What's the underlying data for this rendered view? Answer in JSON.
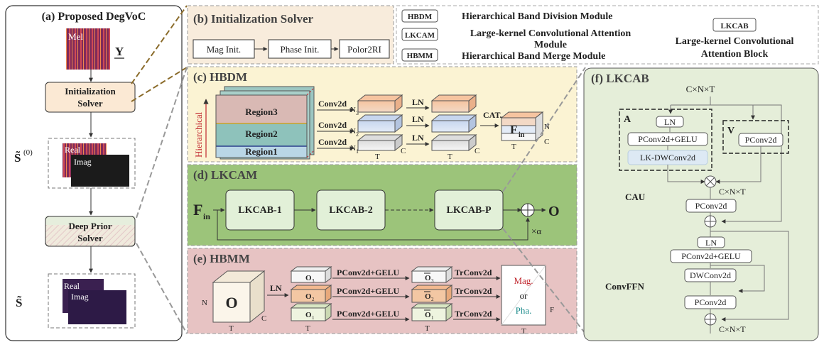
{
  "panel_a": {
    "title": "(a) Proposed DegVoC",
    "mel_label": "Mel",
    "y_symbol": "Y",
    "init_solver": [
      "Initialization",
      "Solver"
    ],
    "s0_symbol": "S̃",
    "s0_sup": "(0)",
    "real_label": "Real",
    "imag_label": "Imag",
    "deep_prior": [
      "Deep Prior",
      "Solver"
    ],
    "s_symbol": "S̃",
    "real2_label": "Real",
    "imag2_label": "Imag"
  },
  "panel_b": {
    "title": "(b) Initialization Solver",
    "steps": [
      "Mag Init.",
      "Phase Init.",
      "Polor2RI"
    ]
  },
  "legend": {
    "hbdm_abbr": "HBDM",
    "hbdm_full": "Hierarchical Band Division Module",
    "lkcam_abbr": "LKCAM",
    "lkcam_full_1": "Large-kernel Convolutional Attention",
    "lkcam_full_2": "Module",
    "hbmm_abbr": "HBMM",
    "hbmm_full": "Hierarchical Band Merge Module",
    "lkcab_abbr": "LKCAB",
    "lkcab_full_1": "Large-kernel Convolutional",
    "lkcab_full_2": "Attention Block"
  },
  "panel_c": {
    "title": "(c) HBDM",
    "hier": "Hierarchical",
    "regions": [
      "Region3",
      "Region2",
      "Region1"
    ],
    "conv": "Conv2d",
    "ln": "LN",
    "cat": "CAT.",
    "n3": "N",
    "n2": "N",
    "n1": "N",
    "sub3": "3",
    "sub2": "2",
    "sub1": "1",
    "t_label": "T",
    "c_label": "C",
    "fin": "F",
    "fin_sub": "in",
    "n_label": "N"
  },
  "panel_d": {
    "title": "(d) LKCAM",
    "fin": "F",
    "fin_sub": "in",
    "blocks": [
      "LKCAB-1",
      "LKCAB-2",
      "LKCAB-P"
    ],
    "out": "O",
    "alpha": "×α"
  },
  "panel_e": {
    "title": "(e) HBMM",
    "o_big": "O",
    "n": "N",
    "t": "T",
    "c": "C",
    "ln": "LN",
    "o_labels": [
      "O",
      "O",
      "O"
    ],
    "o_subs": [
      "3",
      "2",
      "1"
    ],
    "pconv": "PConv2d+GELU",
    "trconv": "TrConv2d",
    "mag": "Mag.",
    "or": "or",
    "pha": "Pha.",
    "f": "F"
  },
  "panel_f": {
    "title": "(f) LKCAB",
    "cnt_top": "C×N×T",
    "a_label": "A",
    "v_label": "V",
    "ln": "LN",
    "pconv_gelu": "PConv2d+GELU",
    "lk_dw": "LK-DWConv2d",
    "pconv": "PConv2d",
    "cau": "CAU",
    "cnt_mid": "C×N×T",
    "pconv2": "PConv2d",
    "ln2": "LN",
    "pconv_gelu2": "PConv2d+GELU",
    "dwconv": "DWConv2d",
    "pconv3": "PConv2d",
    "convffn": "ConvFFN",
    "cnt_bot": "C×N×T"
  },
  "colors": {
    "panel_b_bg": "#f8ecdc",
    "panel_c_bg": "#fbf3d3",
    "panel_d_bg": "#9cc47a",
    "panel_e_bg": "#e7c3c3",
    "panel_f_bg": "#e5eed9",
    "block_bg": "#e2f0d8",
    "accent_red": "#c0262d",
    "accent_teal": "#1a8a8a"
  }
}
